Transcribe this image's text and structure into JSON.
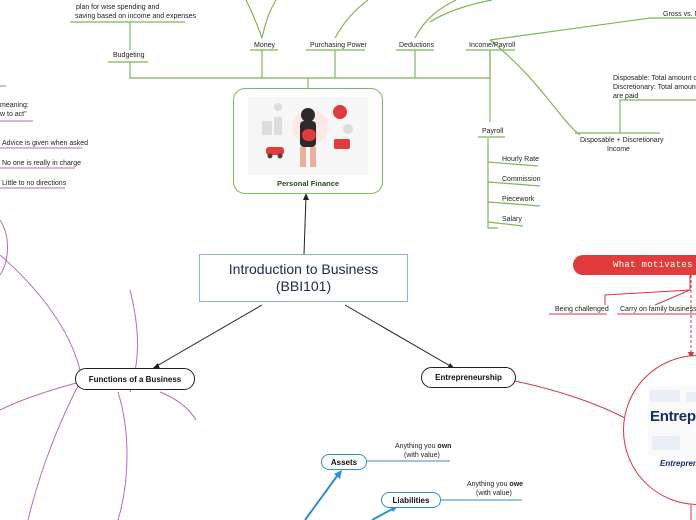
{
  "central": {
    "line1": "Introduction to Business",
    "line2": "(BBI101)"
  },
  "personal_finance": {
    "title": "Personal Finance",
    "categories": [
      "Budgeting",
      "Money",
      "Purchasing Power",
      "Deductions",
      "Income/Payroll"
    ],
    "budgeting_note": [
      "plan for wise spending and",
      "saving based on income and expenses"
    ],
    "gross_net": "Gross vs. Ne",
    "disposable_note": [
      "Disposable: Total amount of m",
      "Discretionary: Total amount e",
      "are paid"
    ],
    "disposable_label": [
      "Disposable + Discretionary",
      "Income"
    ],
    "payroll": "Payroll",
    "pay_types": [
      "Hourly Rate",
      "Commission",
      "Piecework",
      "Salary"
    ]
  },
  "functions": {
    "title": "Functions of a Business",
    "left_notes": [
      "meaning:",
      "w to act\""
    ],
    "items": [
      "Advice is given when asked",
      "No one is really in charge",
      "Little to no directions"
    ]
  },
  "entrepreneurship": {
    "title": "Entrepreneurship",
    "motivates": "What motivates e",
    "reasons": [
      "Being challenged",
      "Carry on family business"
    ],
    "circle_title": "Entrepren",
    "badge_word": "Entrepre"
  },
  "balance": {
    "assets": "Assets",
    "assets_note": [
      "Anything you own",
      "(with value)"
    ],
    "liabilities": "Liabilities",
    "liabilities_note": [
      "Anything you owe",
      "(with value)"
    ]
  },
  "colors": {
    "green": "#82b55c",
    "purple": "#b26ac9",
    "blue": "#2d8fd6",
    "red": "#d9364a",
    "dark": "#222222"
  }
}
